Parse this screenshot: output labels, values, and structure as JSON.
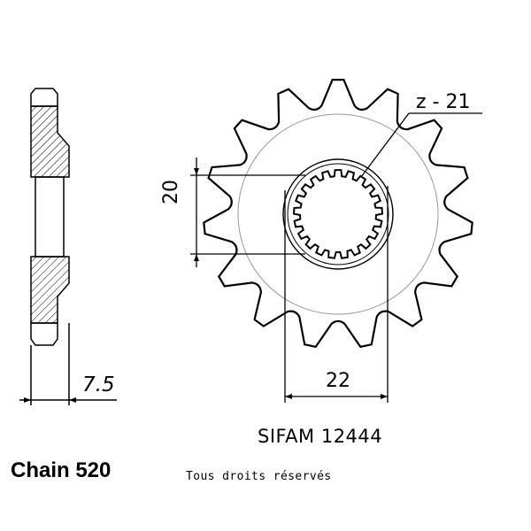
{
  "teeth_label": "z - 21",
  "width_label": "20",
  "thickness_label": "7.5",
  "bore_label": "22",
  "part_reference": "SIFAM 12444",
  "chain_label": "Chain 520",
  "rights_notice": "Tous droits réservés",
  "drawing": {
    "sprocket_teeth_drawn": 15,
    "spline_teeth": 21
  }
}
